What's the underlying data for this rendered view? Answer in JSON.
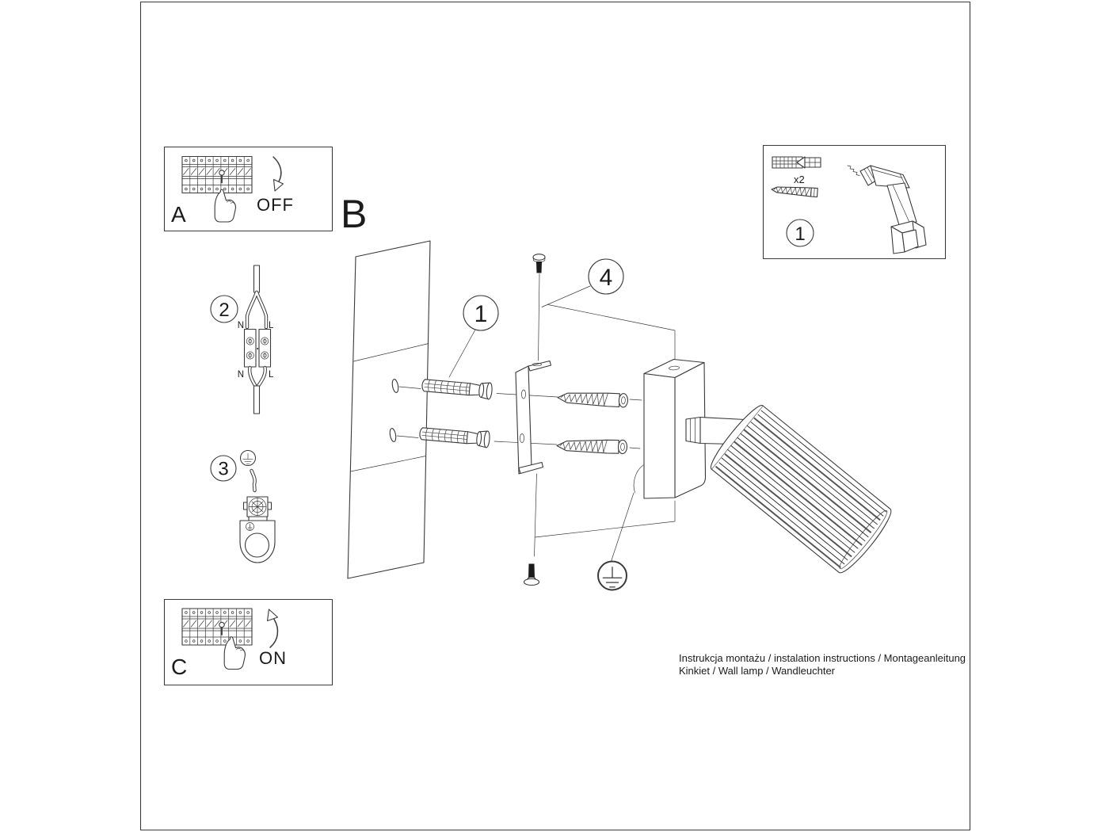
{
  "page": {
    "background": "#ffffff",
    "ink": "#3a3a3a"
  },
  "sections": {
    "a": {
      "label": "A",
      "action": "OFF"
    },
    "b": {
      "label": "B"
    },
    "c": {
      "label": "C",
      "action": "ON"
    }
  },
  "callouts": {
    "one": "1",
    "two": "2",
    "three": "3",
    "four": "4"
  },
  "tools": {
    "callout": "1",
    "quantity": "x2"
  },
  "wiring": {
    "neutral": "N",
    "line": "L"
  },
  "footer": {
    "line1": "Instrukcja montażu / instalation instructions / Montageanleitung",
    "line2": "Kinkiet / Wall lamp / Wandleuchter"
  }
}
